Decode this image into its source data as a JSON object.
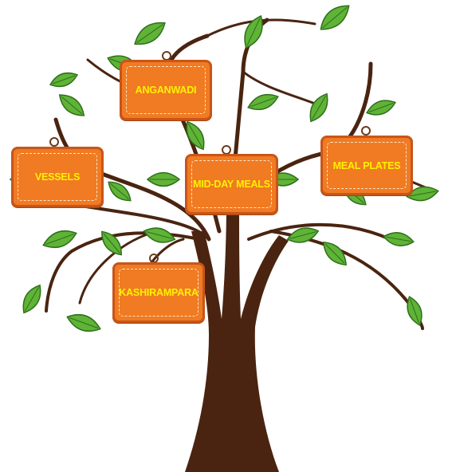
{
  "diagram": {
    "signs": [
      {
        "id": "anganwadi",
        "label": "ANGANWADI"
      },
      {
        "id": "vessels",
        "label": "VESSELS"
      },
      {
        "id": "midday",
        "label": "MID-DAY MEALS"
      },
      {
        "id": "mealplates",
        "label": "MEAL PLATES"
      },
      {
        "id": "kashirampara",
        "label": "KASHIRAMPARA"
      }
    ]
  },
  "colors": {
    "trunk": "#4a2410",
    "leaf": "#5fb336",
    "leaf_outline": "#2f6f1c",
    "sign_fill": "#f07b22",
    "sign_border": "#c8551a",
    "sign_text": "#fff200"
  }
}
